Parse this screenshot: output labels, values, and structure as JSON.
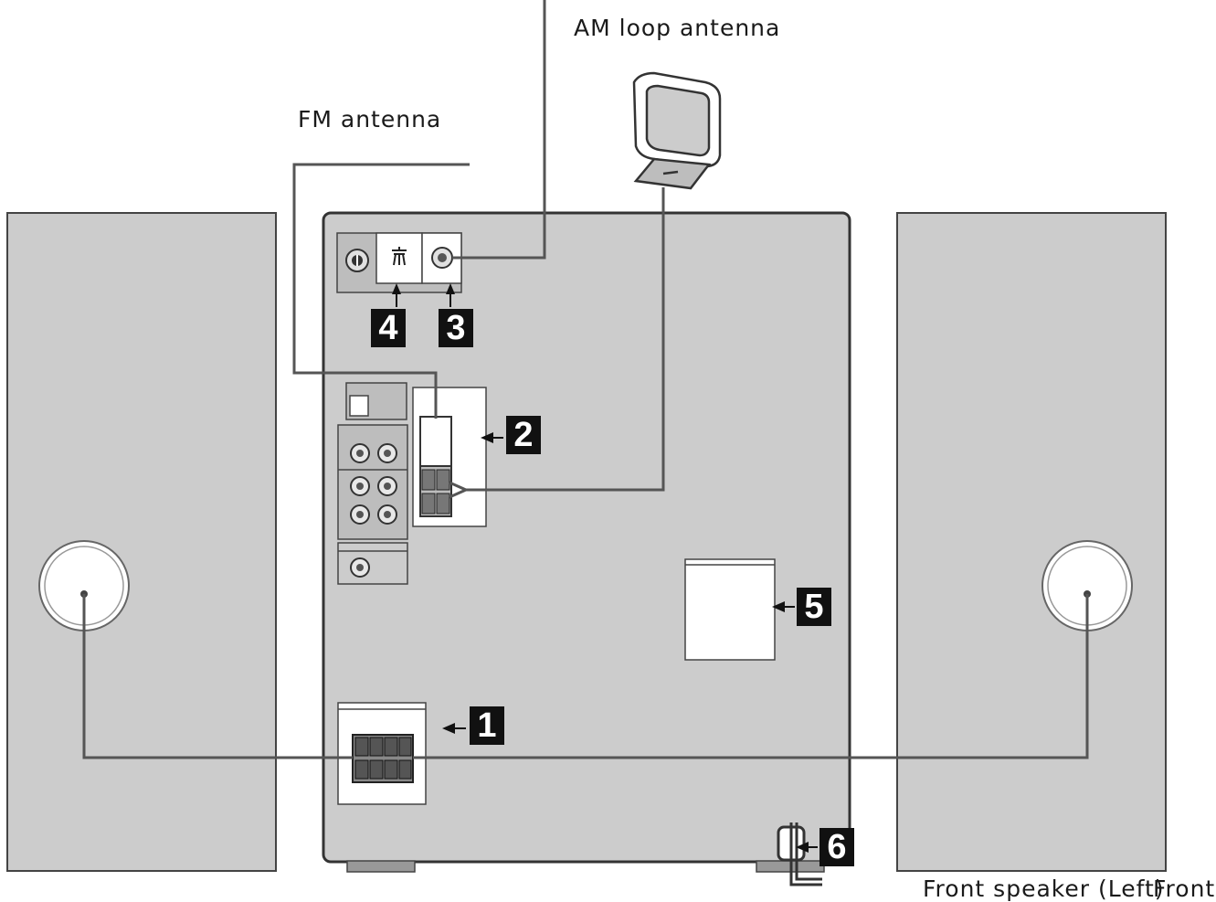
{
  "labels": {
    "am_antenna": "AM loop antenna",
    "fm_antenna": "FM antenna",
    "speaker_left": "Front speaker (Left)",
    "speaker_right_partial": "Front"
  },
  "callouts": [
    "1",
    "2",
    "3",
    "4",
    "5",
    "6"
  ],
  "colors": {
    "panel": "#cccccc",
    "outline": "#333333",
    "cable": "#555555",
    "callout_bg": "#111111"
  }
}
